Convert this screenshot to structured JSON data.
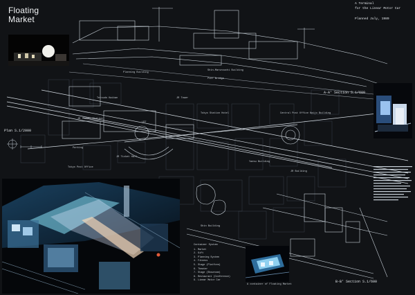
{
  "title": {
    "line1": "Floating",
    "line2": "Market"
  },
  "header": {
    "line1": "A Terminal",
    "line2": "for the Linear Motor Car",
    "planned": "Planned  July, 1989"
  },
  "labels": {
    "section_aa": "A-A' Section  S.1/600",
    "section_bb": "B-B' Section  S.1/600",
    "plan": "Plan  S.1/2000",
    "planning_building": "Planning Building",
    "head_office": "Tokyo Post Office",
    "parking": "Parking",
    "jr_ticket": "JR Ticket Station",
    "jr_building": "JR Building",
    "shin_marunouchi": "Shin-Marunouchi Building",
    "tokyo_station_hotel": "Tokyo Station Hotel",
    "central_post": "Central Post Office",
    "kaijo_building": "Kaijo Building",
    "pier_bridge": "Pier Bridge",
    "jr_ticket_hall": "JR Ticket Hall",
    "yaesu": "Yaesu Building",
    "tetsudo_kaikan": "Tetsudo Kaikan",
    "jr_tower": "JR Tower",
    "shin_building": "Shin Building",
    "lrt": "LRT",
    "container": "A container of Floating Market"
  },
  "legend": {
    "heading": "Container System",
    "items": [
      "1. Market",
      "2. Gift",
      "3. Planning System",
      "4. Fitness",
      "5. Stage (Platform)",
      "6. Theater",
      "7. Stage (Showroom)",
      "8. Restaurant (Conference)",
      "9. Linear Motor Car"
    ]
  },
  "colors": {
    "background": "#111316",
    "linework": "#c9d2da",
    "dim_linework": "#5d6670",
    "model_cyan": "#7fd2e8",
    "model_glow": "#dce9ff"
  }
}
